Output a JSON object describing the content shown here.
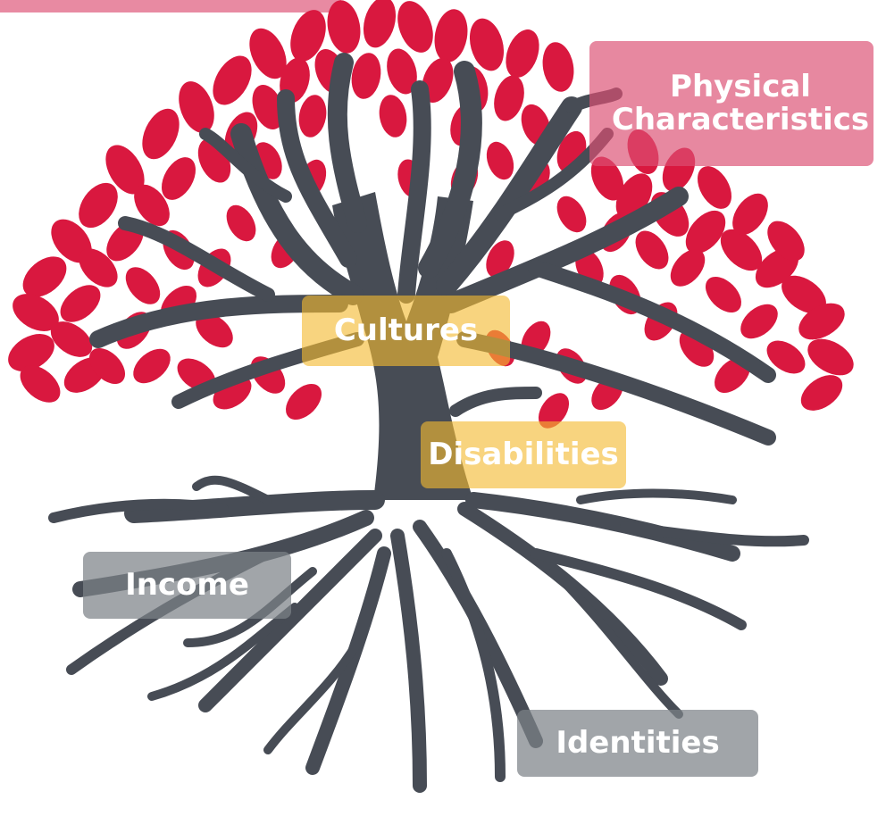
{
  "colors": {
    "leaf": "#d9183f",
    "trunk": "#474c55",
    "pink_box": "#dc5073",
    "gold_box": "#f4ba30",
    "gray_box": "#7d8288"
  },
  "labels": {
    "physical": "Physical Characteristics",
    "cultures": "Cultures",
    "disabilities": "Disabilities",
    "income": "Income",
    "identities": "Identities"
  }
}
